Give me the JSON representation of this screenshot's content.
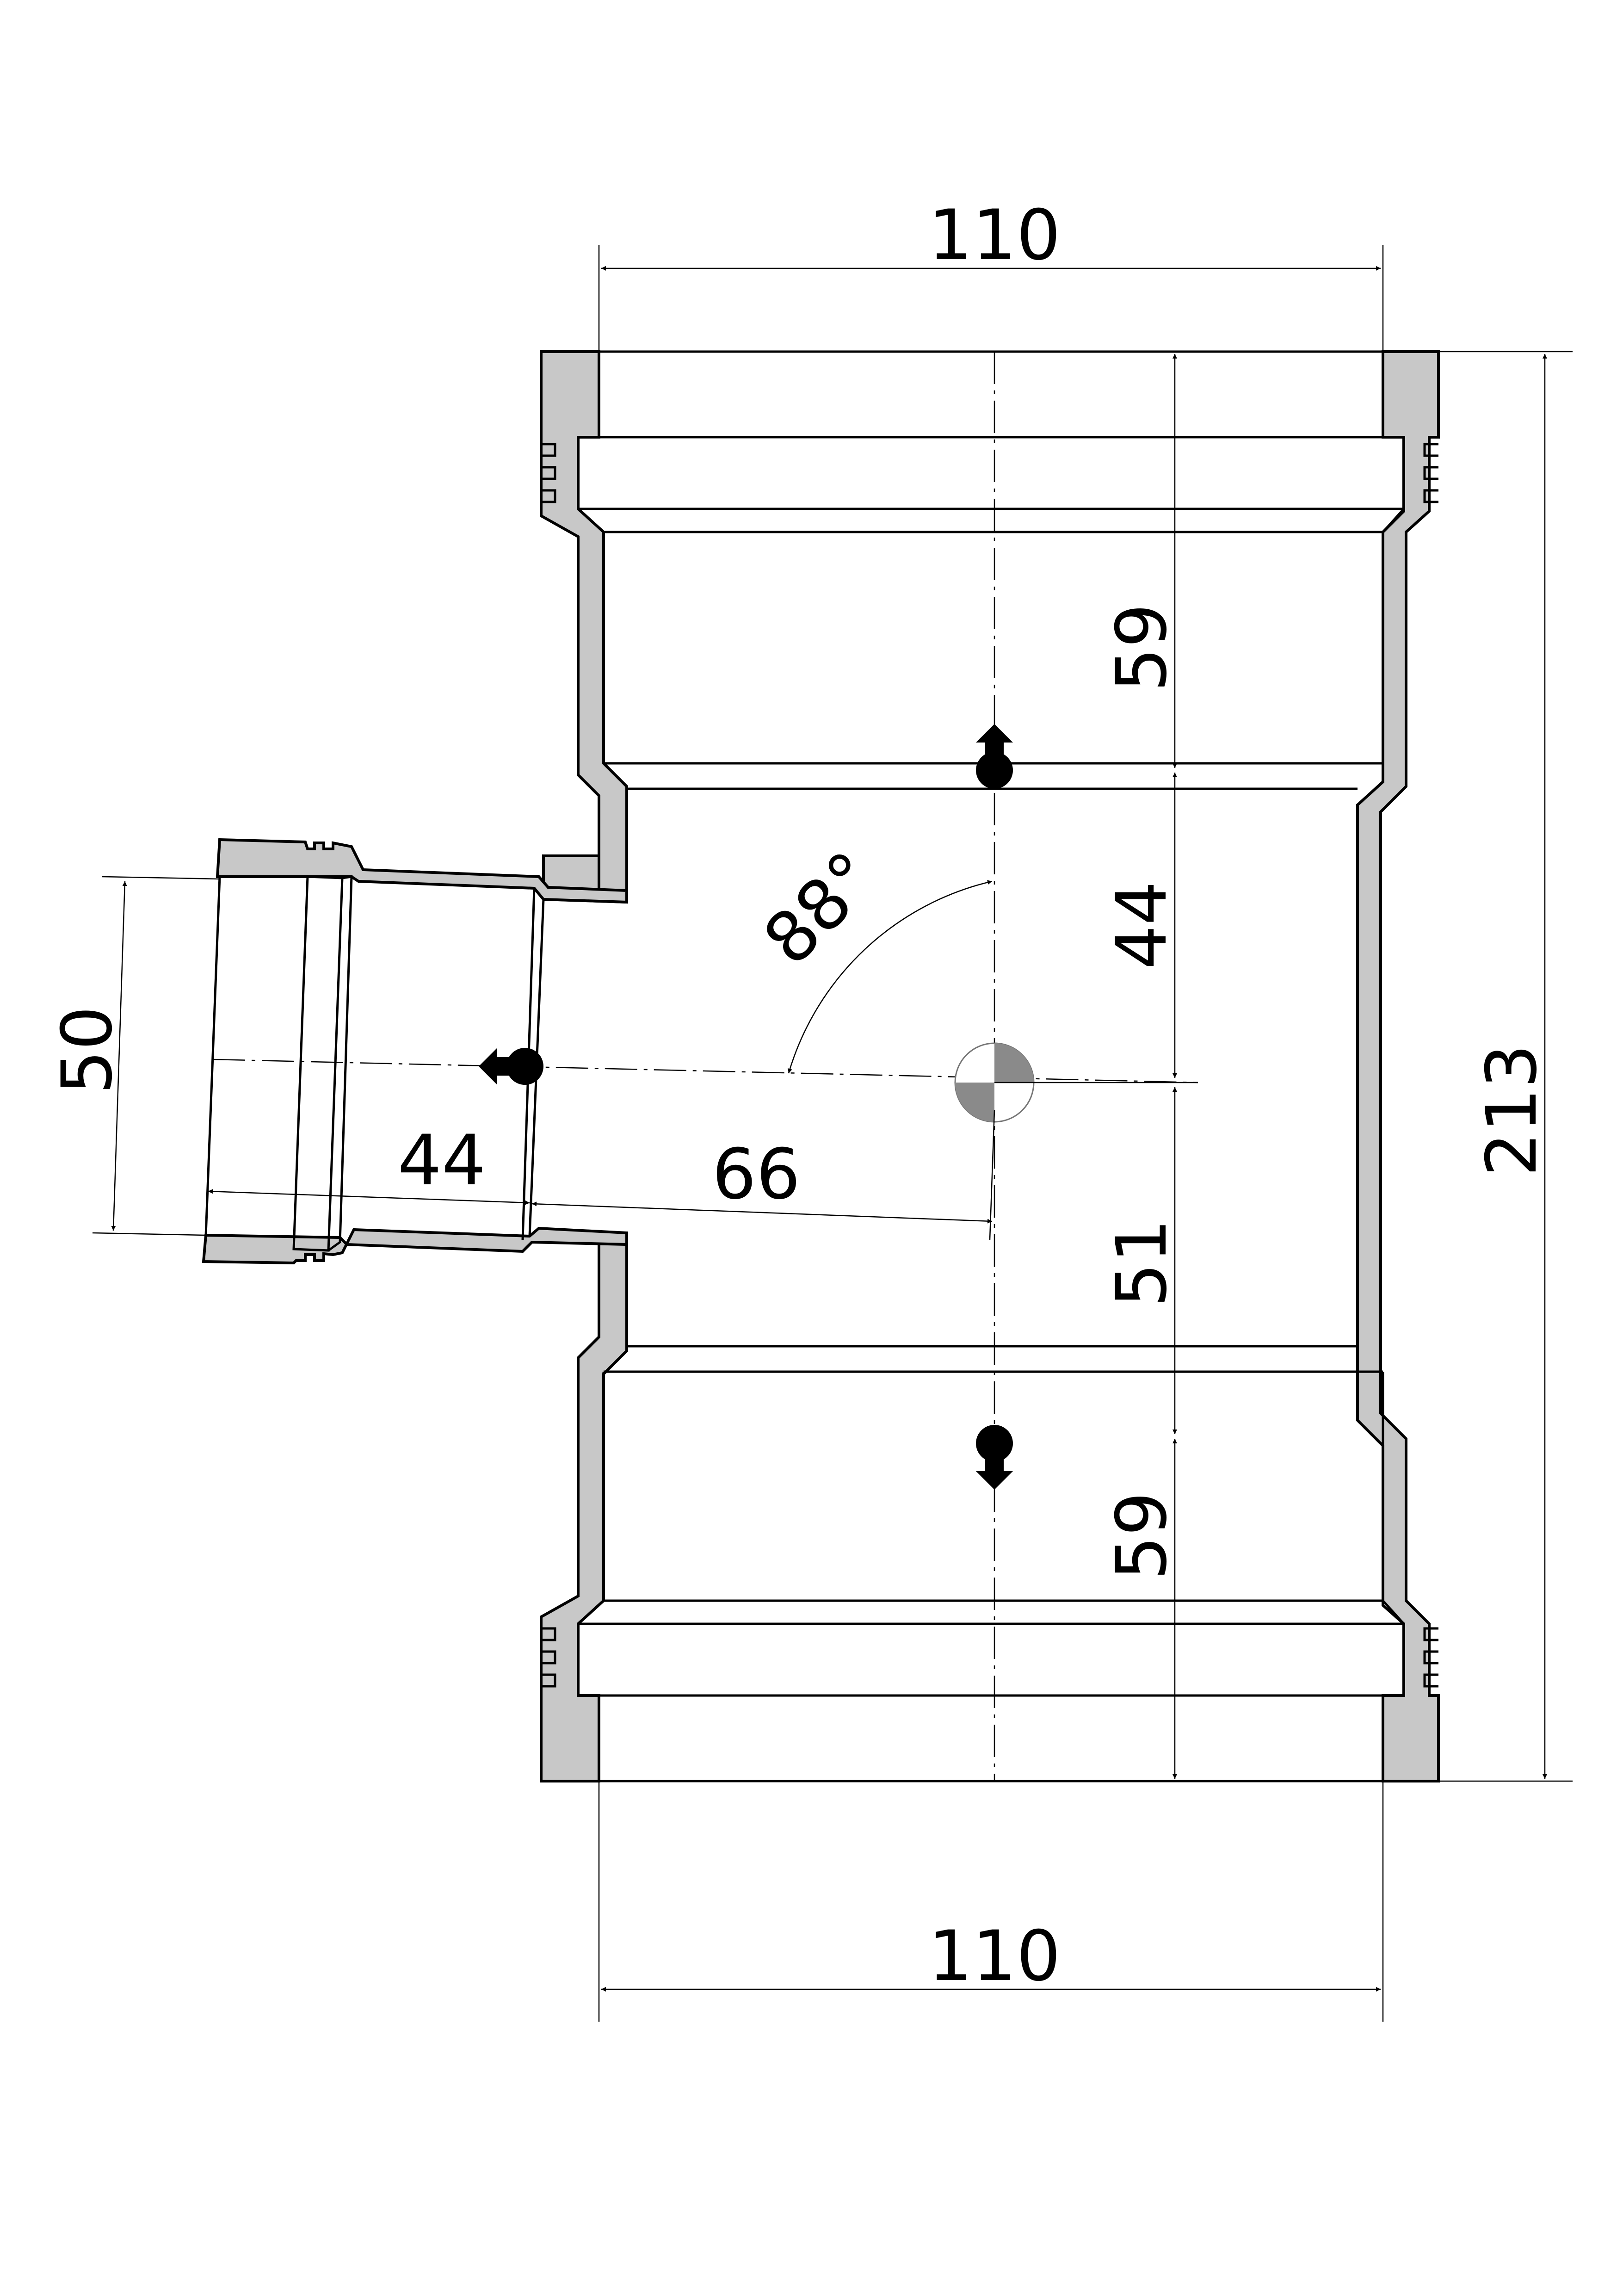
{
  "dimensions": {
    "top_diameter": "110",
    "bottom_diameter": "110",
    "total_length": "213",
    "upper_socket_depth": "59",
    "upper_to_branch_axis": "44",
    "branch_axis_to_lower": "51",
    "lower_socket_depth": "59",
    "branch_diameter": "50",
    "branch_socket_depth": "44",
    "branch_length": "66",
    "branch_angle": "88°"
  }
}
